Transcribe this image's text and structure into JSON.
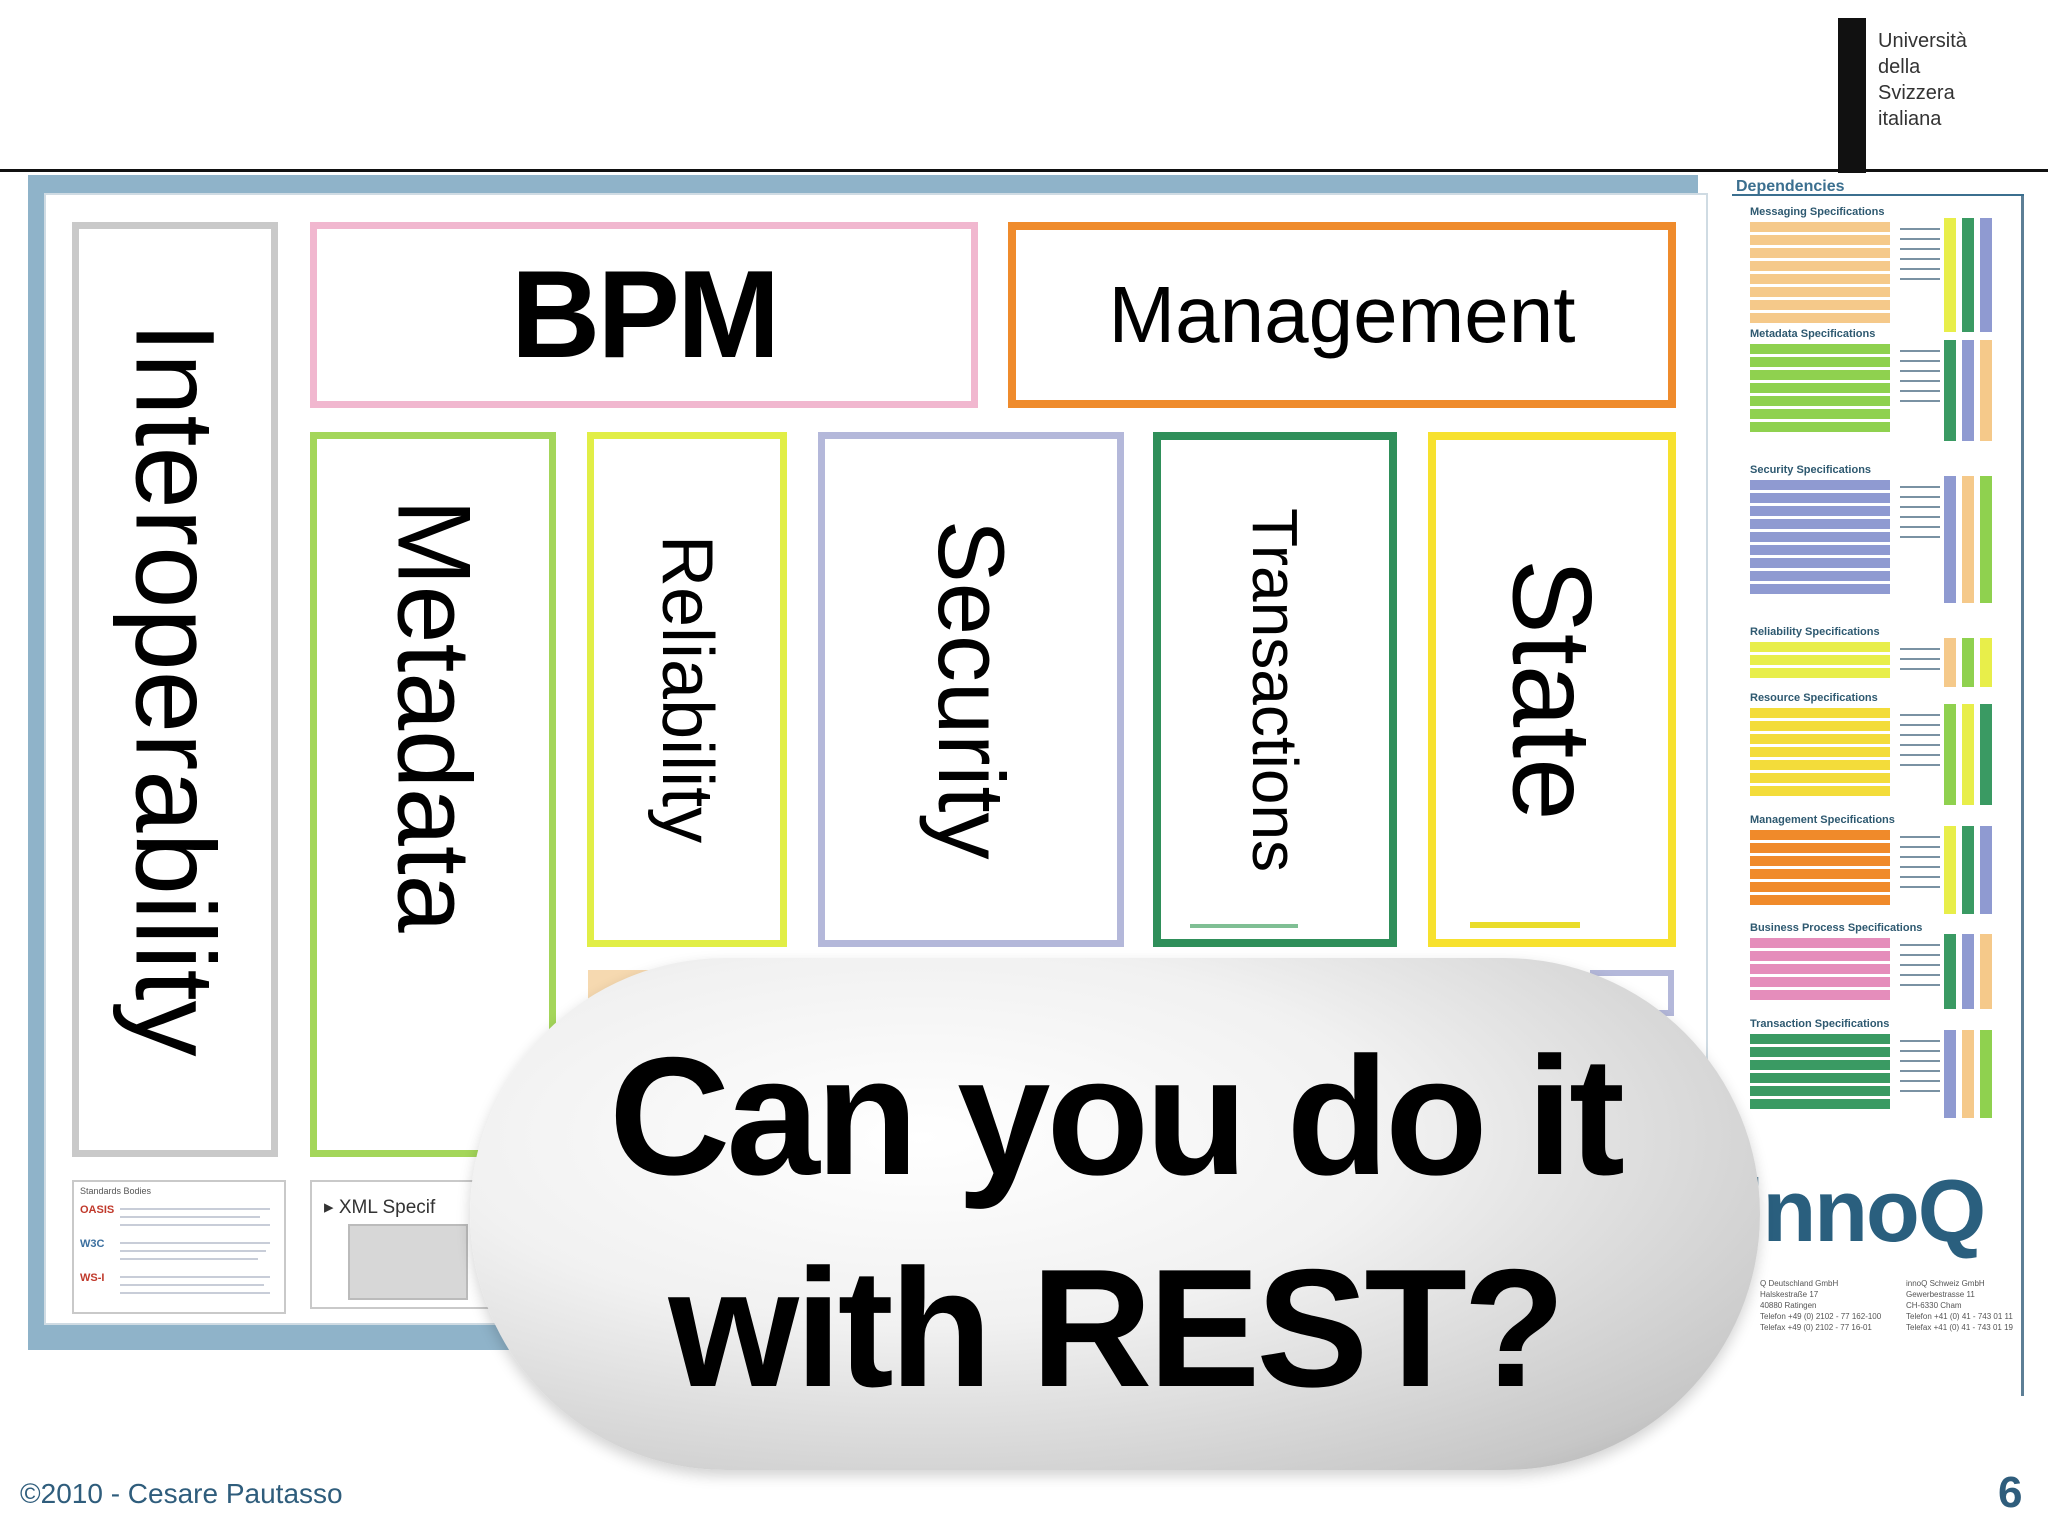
{
  "header": {
    "logo_text": "Università\ndella\nSvizzera\nitaliana"
  },
  "poster": {
    "interoperability": "Interoperability",
    "bpm": "BPM",
    "management": "Management",
    "metadata": "Metadata",
    "reliability": "Reliability",
    "security": "Security",
    "transactions": "Transactions",
    "state": "State",
    "standards_title": "Standards Bodies",
    "standards": [
      "OASIS",
      "W3C",
      "WS-I"
    ],
    "xml_title": "▸ XML Specif",
    "dependencies": {
      "title": "Dependencies",
      "groups": [
        {
          "title": "Messaging Specifications",
          "color": "#f5c98a"
        },
        {
          "title": "Metadata Specifications",
          "color": "#8fd14f"
        },
        {
          "title": "Security Specifications",
          "color": "#8f9ad1"
        },
        {
          "title": "Reliability Specifications",
          "color": "#e8ee4a"
        },
        {
          "title": "Resource Specifications",
          "color": "#f3dc3a"
        },
        {
          "title": "Management Specifications",
          "color": "#f08a2a"
        },
        {
          "title": "Business Process Specifications",
          "color": "#e58dbb"
        },
        {
          "title": "Transaction Specifications",
          "color": "#3a9a63"
        }
      ]
    },
    "brand": "innoQ",
    "addresses": [
      "Q Deutschland GmbH\nHalskestraße 17\n40880 Ratingen\nTelefon +49 (0) 2102 - 77 162-100\nTelefax +49 (0) 2102 - 77 16-01",
      "innoQ Schweiz GmbH\nGewerbestrasse 11\nCH-6330 Cham\nTelefon +41 (0) 41 - 743 01 11\nTelefax +41 (0) 41 - 743 01 19"
    ]
  },
  "callout": {
    "text": "Can you do it\nwith REST?"
  },
  "footer": {
    "copyright": "©2010 - Cesare Pautasso",
    "page_number": "6"
  }
}
